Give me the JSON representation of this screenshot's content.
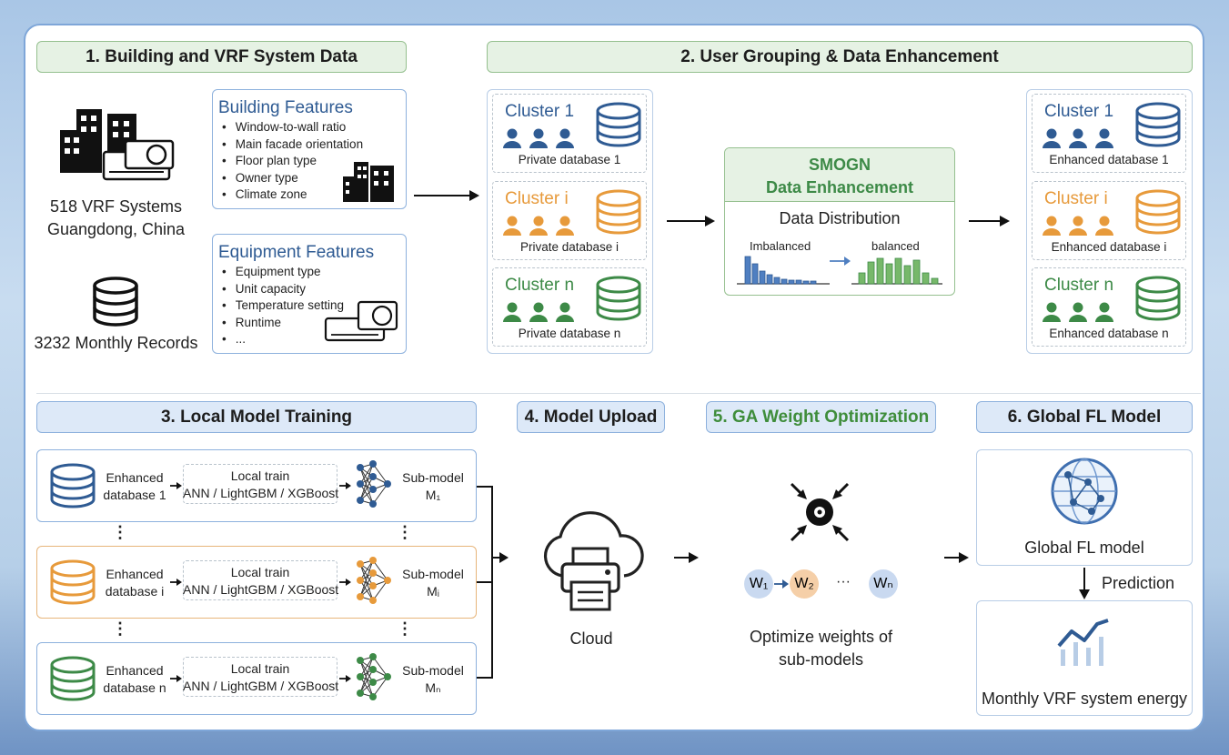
{
  "section1": {
    "title": "1. Building and VRF System Data",
    "systems_line1": "518 VRF Systems",
    "systems_line2": "Guangdong, China",
    "records": "3232 Monthly Records",
    "building_features": {
      "title": "Building Features",
      "items": [
        "Window-to-wall ratio",
        "Main facade orientation",
        "Floor plan type",
        "Owner type",
        "Climate zone"
      ]
    },
    "equipment_features": {
      "title": "Equipment Features",
      "items": [
        "Equipment type",
        "Unit capacity",
        "Temperature setting",
        "Runtime",
        "..."
      ]
    }
  },
  "section2": {
    "title": "2. User Grouping & Data Enhancement",
    "clusters": [
      {
        "name": "Cluster 1",
        "private_db": "Private database 1",
        "enhanced_db": "Enhanced database 1",
        "color": "#2f5b93"
      },
      {
        "name": "Cluster i",
        "private_db": "Private database i",
        "enhanced_db": "Enhanced database i",
        "color": "#e79a3b"
      },
      {
        "name": "Cluster n",
        "private_db": "Private database n",
        "enhanced_db": "Enhanced database n",
        "color": "#3d8a47"
      }
    ],
    "smogn_line1": "SMOGN",
    "smogn_line2": "Data Enhancement",
    "distribution_title": "Data Distribution",
    "imbalanced": "Imbalanced",
    "balanced": "balanced"
  },
  "section3": {
    "title": "3. Local Model Training",
    "rows": [
      {
        "db_line1": "Enhanced",
        "db_line2": "database 1",
        "train_title": "Local train",
        "train_methods": "ANN / LightGBM / XGBoost",
        "sub_line1": "Sub-model",
        "sub_line2": "M₁"
      },
      {
        "db_line1": "Enhanced",
        "db_line2": "database i",
        "train_title": "Local train",
        "train_methods": "ANN / LightGBM / XGBoost",
        "sub_line1": "Sub-model",
        "sub_line2": "Mᵢ"
      },
      {
        "db_line1": "Enhanced",
        "db_line2": "database n",
        "train_title": "Local train",
        "train_methods": "ANN / LightGBM / XGBoost",
        "sub_line1": "Sub-model",
        "sub_line2": "Mₙ"
      }
    ],
    "ellipsis": "⋮"
  },
  "section4": {
    "title": "4. Model Upload",
    "cloud_label": "Cloud"
  },
  "section5": {
    "title": "5. GA Weight Optimization",
    "w1": "W₁",
    "w2": "W₂",
    "dots": "···",
    "wn": "Wₙ",
    "caption_line1": "Optimize weights of",
    "caption_line2": "sub-models"
  },
  "section6": {
    "title": "6. Global FL Model",
    "global_label": "Global FL model",
    "prediction": "Prediction",
    "output_label": "Monthly VRF system energy"
  },
  "colors": {
    "blue": "#2f5b93",
    "orange": "#e79a3b",
    "green": "#3d8a47",
    "accent_blue": "#8db1dd",
    "accent_green": "#95c08f"
  }
}
